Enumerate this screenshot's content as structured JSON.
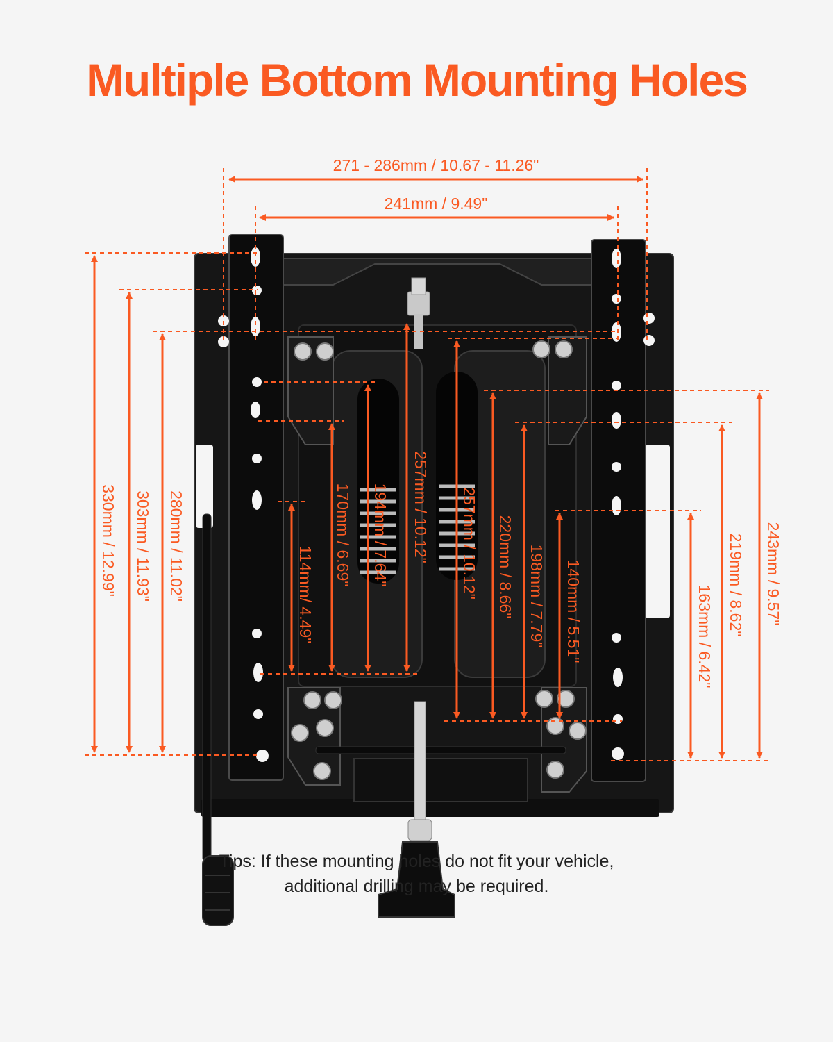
{
  "title": "Multiple Bottom Mounting Holes",
  "accent_color": "#fa5a22",
  "horizontal_dimensions": [
    {
      "id": "outer-width",
      "label": "271 - 286mm / 10.67 - 11.26\""
    },
    {
      "id": "inner-width",
      "label": "241mm / 9.49\""
    }
  ],
  "vertical_dimensions": [
    {
      "id": "d330",
      "label": "330mm / 12.99\""
    },
    {
      "id": "d303",
      "label": "303mm / 11.93\""
    },
    {
      "id": "d280",
      "label": "280mm / 11.02\""
    },
    {
      "id": "d114",
      "label": "114mm/ 4.49\""
    },
    {
      "id": "d170",
      "label": "170mm / 6.69\""
    },
    {
      "id": "d194",
      "label": "194mm / 7.64\""
    },
    {
      "id": "d257a",
      "label": "257mm / 10.12\""
    },
    {
      "id": "d257b",
      "label": "257mm / 10.12\""
    },
    {
      "id": "d220",
      "label": "220mm / 8.66\""
    },
    {
      "id": "d198",
      "label": "198mm / 7.79\""
    },
    {
      "id": "d140",
      "label": "140mm / 5.51\""
    },
    {
      "id": "d163",
      "label": "163mm / 6.42\""
    },
    {
      "id": "d219",
      "label": "219mm / 8.62\""
    },
    {
      "id": "d243",
      "label": "243mm / 9.57\""
    }
  ],
  "tips": {
    "line1": "Tips: If these mounting holes do not fit your vehicle,",
    "line2": "additional drilling may be required."
  }
}
